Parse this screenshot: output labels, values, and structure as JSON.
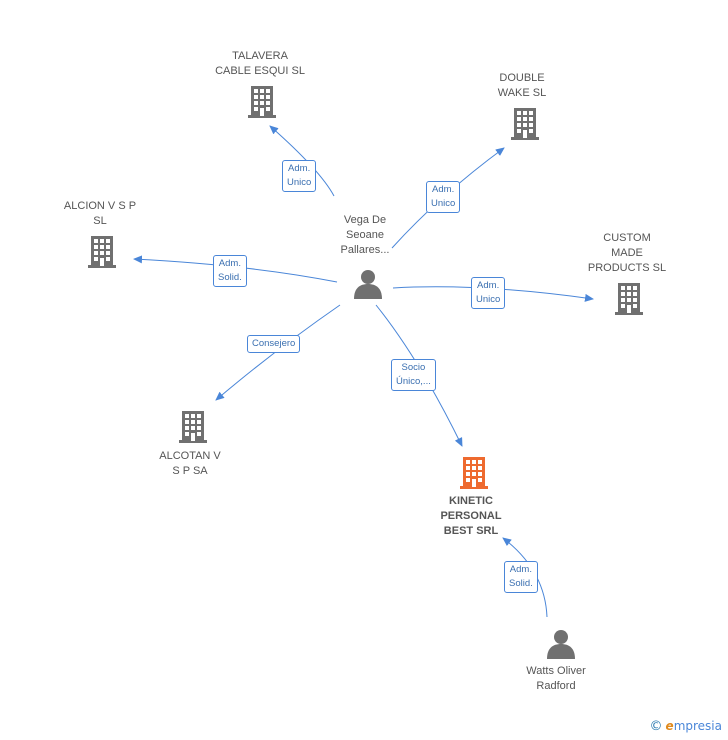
{
  "colors": {
    "company": "#707070",
    "focus_company": "#ee6a2f",
    "person": "#707070",
    "edge": "#4a86d8"
  },
  "nodes": {
    "vega": {
      "label": "Vega De\nSeoane\nPallares..."
    },
    "talavera": {
      "label": "TALAVERA\nCABLE ESQUI SL"
    },
    "double_wake": {
      "label": "DOUBLE\nWAKE SL"
    },
    "alcion": {
      "label": "ALCION V S P\nSL"
    },
    "custom_made": {
      "label": "CUSTOM\nMADE\nPRODUCTS SL"
    },
    "alcotan": {
      "label": "ALCOTAN V\nS P SA"
    },
    "kinetic": {
      "label": "KINETIC\nPERSONAL\nBEST SRL"
    },
    "watts": {
      "label": "Watts Oliver\nRadford"
    }
  },
  "edges": {
    "talavera": "Adm.\nUnico",
    "double_wake": "Adm.\nUnico",
    "alcion": "Adm.\nSolid.",
    "custom_made": "Adm.\nUnico",
    "alcotan": "Consejero",
    "kinetic": "Socio\nÚnico,...",
    "watts_kinetic": "Adm.\nSolid."
  },
  "brand": {
    "copyright": "©",
    "initial": "e",
    "rest": "mpresia"
  }
}
